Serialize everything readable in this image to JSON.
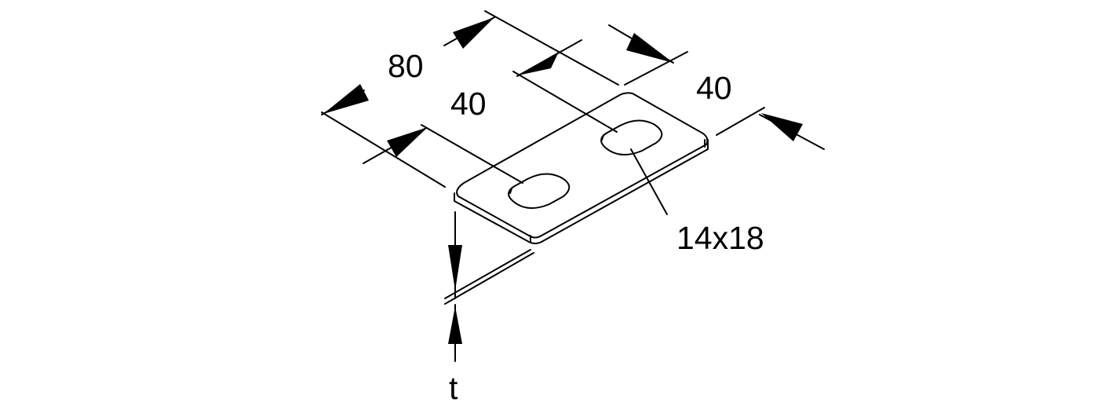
{
  "dimensions": {
    "overall_length": "80",
    "hole_offset": "40",
    "width": "40",
    "slot_size": "14x18",
    "thickness": "t"
  }
}
